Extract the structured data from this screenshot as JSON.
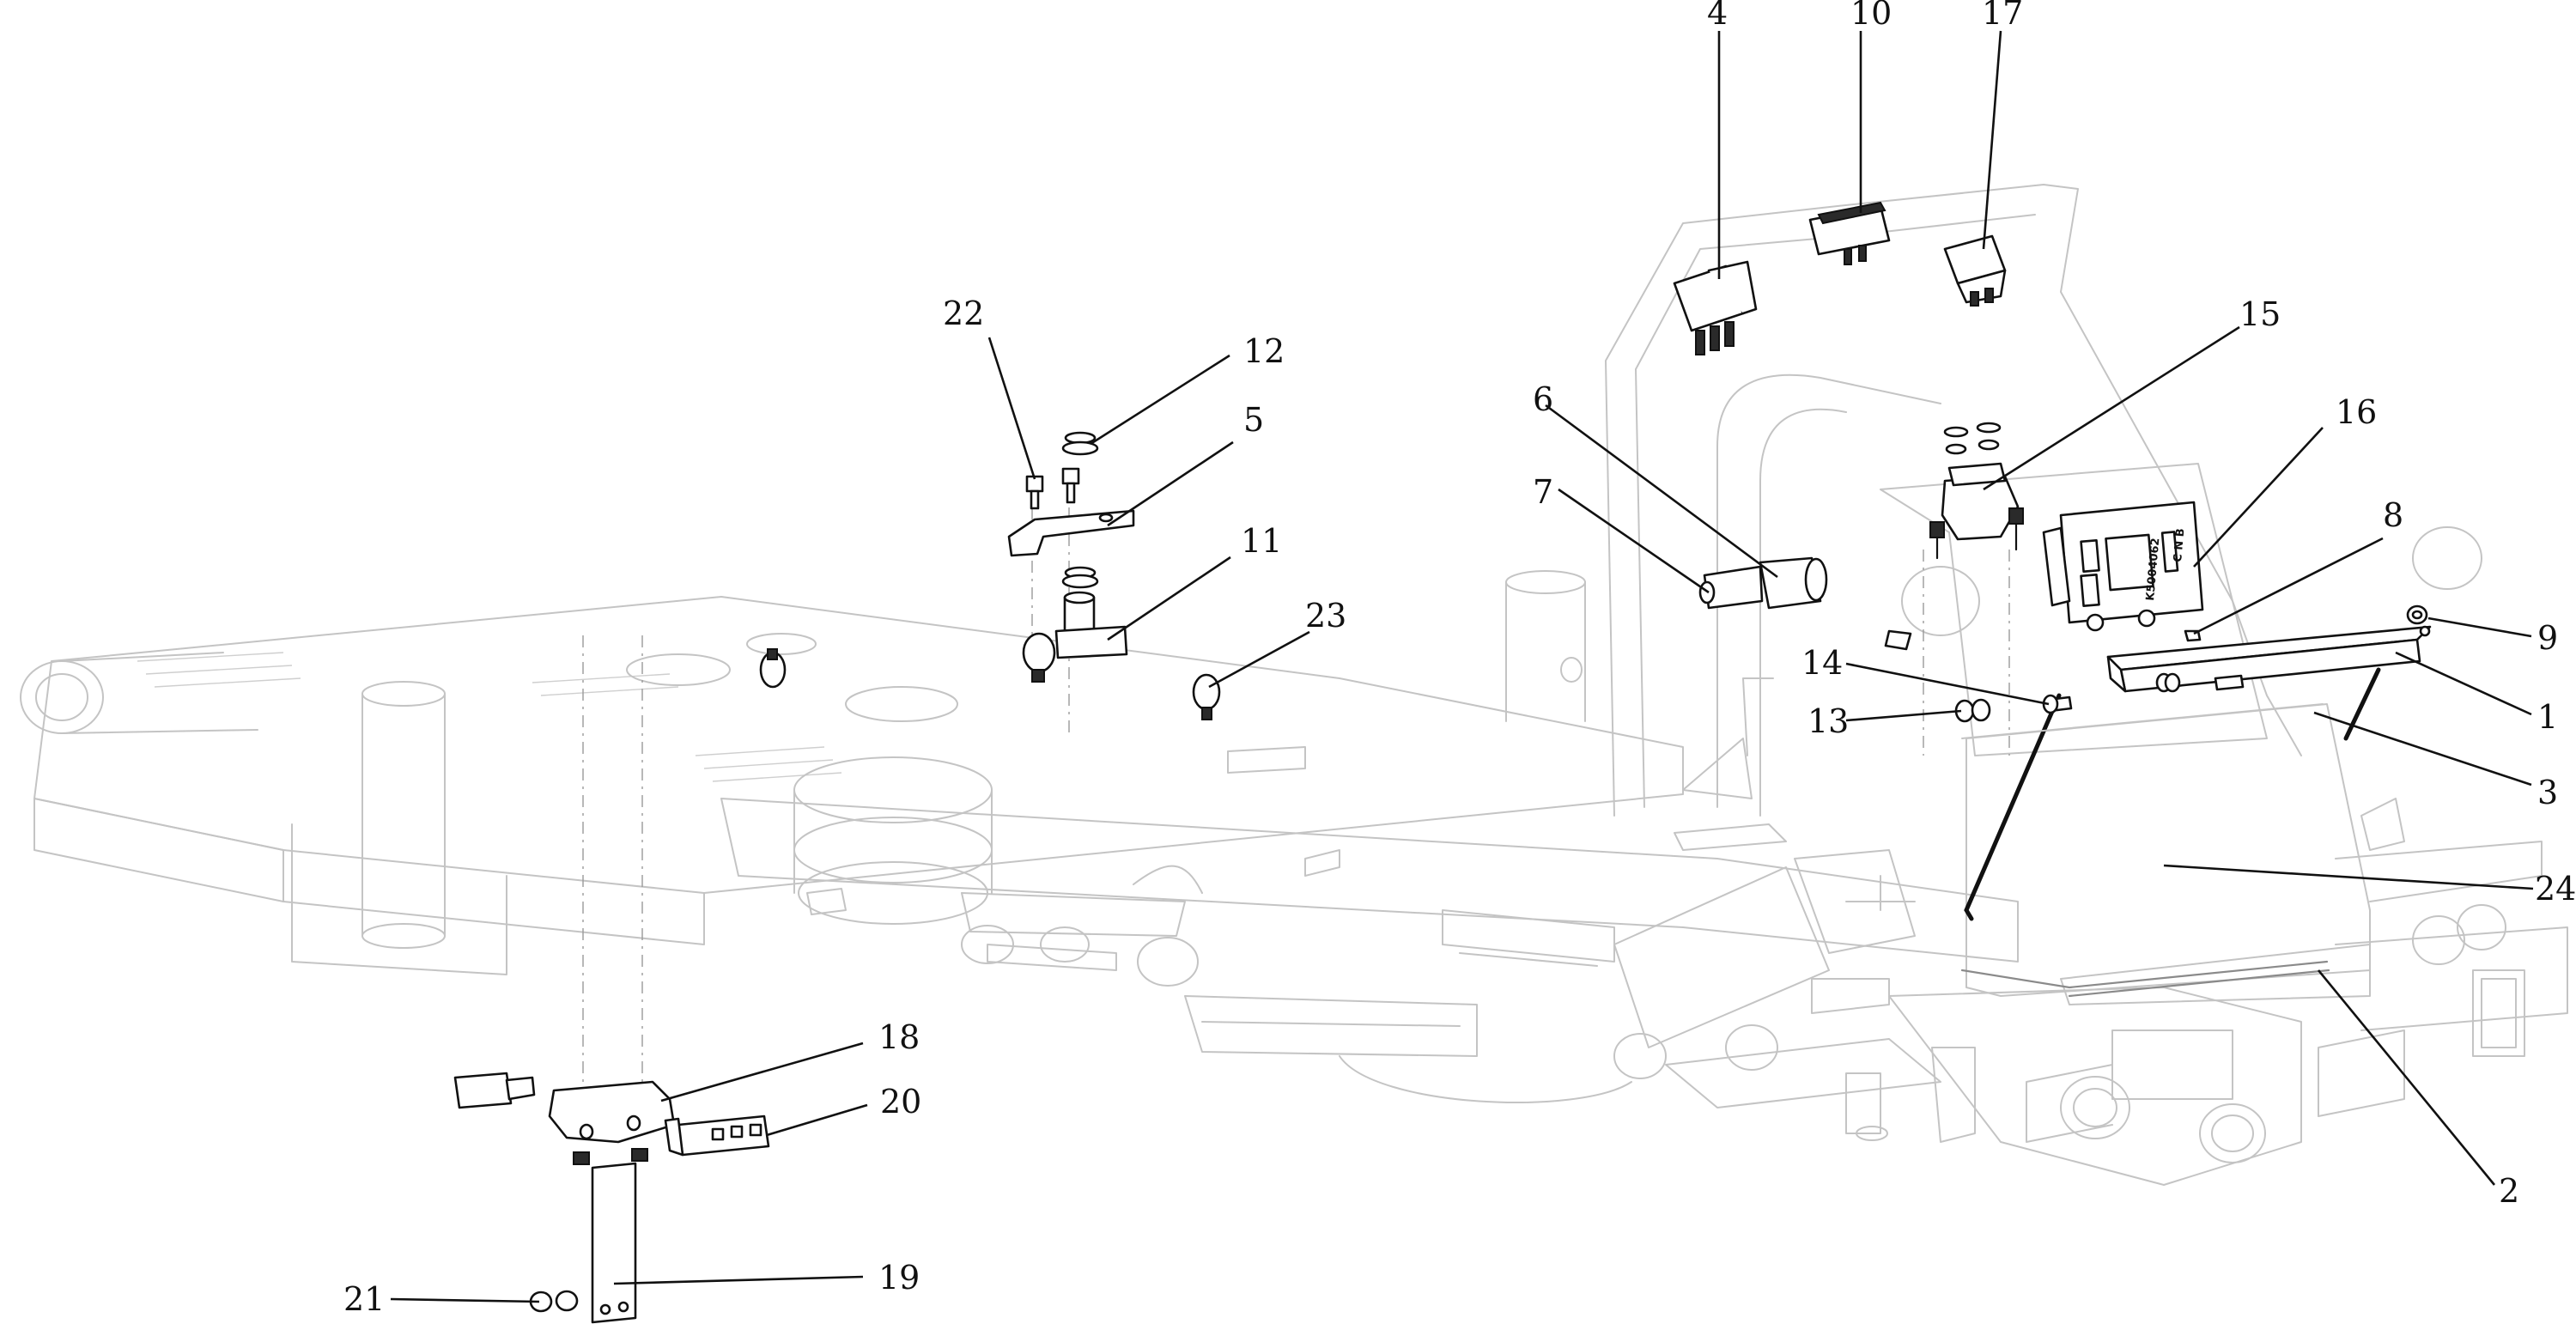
{
  "callouts": [
    {
      "id": "c1",
      "label": "1"
    },
    {
      "id": "c2",
      "label": "2"
    },
    {
      "id": "c3",
      "label": "3"
    },
    {
      "id": "c4",
      "label": "4"
    },
    {
      "id": "c5",
      "label": "5"
    },
    {
      "id": "c6",
      "label": "6"
    },
    {
      "id": "c7",
      "label": "7"
    },
    {
      "id": "c8",
      "label": "8"
    },
    {
      "id": "c9",
      "label": "9"
    },
    {
      "id": "c10",
      "label": "10"
    },
    {
      "id": "c11",
      "label": "11"
    },
    {
      "id": "c12",
      "label": "12"
    },
    {
      "id": "c13",
      "label": "13"
    },
    {
      "id": "c14",
      "label": "14"
    },
    {
      "id": "c15",
      "label": "15"
    },
    {
      "id": "c16",
      "label": "16"
    },
    {
      "id": "c17",
      "label": "17"
    },
    {
      "id": "c18",
      "label": "18"
    },
    {
      "id": "c19",
      "label": "19"
    },
    {
      "id": "c20",
      "label": "20"
    },
    {
      "id": "c21",
      "label": "21"
    },
    {
      "id": "c22",
      "label": "22"
    },
    {
      "id": "c23",
      "label": "23"
    },
    {
      "id": "c24",
      "label": "24"
    }
  ],
  "module_markings": {
    "part_number": "K5004062",
    "letters": "C N B"
  }
}
